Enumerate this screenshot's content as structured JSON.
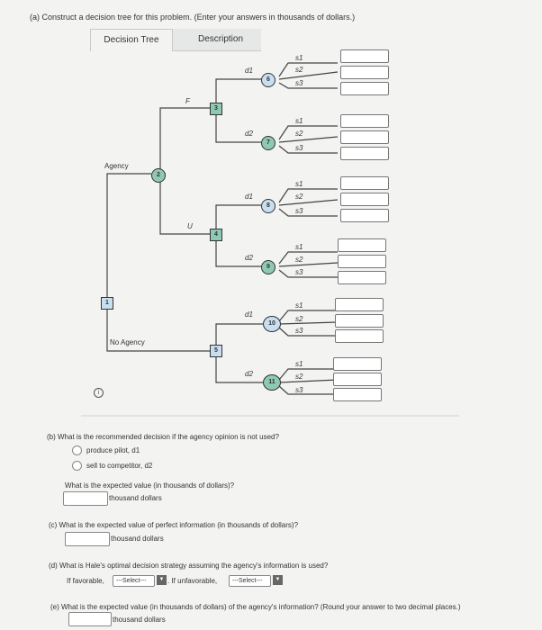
{
  "part_a": {
    "question": "(a) Construct a decision tree for this problem. (Enter your answers in thousands of dollars.)",
    "tabs": [
      {
        "label": "Decision Tree"
      },
      {
        "label": "Description"
      }
    ]
  },
  "tree": {
    "agency_label": "Agency",
    "no_agency_label": "No Agency",
    "f_label": "F",
    "u_label": "U",
    "d1": "d1",
    "d2": "d2",
    "s1": "s1",
    "s2": "s2",
    "s3": "s3",
    "nodes": {
      "n1": "1",
      "n2": "2",
      "n3": "3",
      "n4": "4",
      "n5": "5",
      "n6": "6",
      "n7": "7",
      "n8": "8",
      "n9": "9",
      "n10": "10",
      "n11": "11"
    }
  },
  "part_b": {
    "question": "(b) What is the recommended decision if the agency opinion is not used?",
    "option1": "produce pilot, d1",
    "option2": "sell to competitor, d2",
    "ev_question": "What is the expected value (in thousands of dollars)?",
    "unit": "thousand dollars"
  },
  "part_c": {
    "question": "(c) What is the expected value of perfect information (in thousands of dollars)?",
    "unit": "thousand dollars"
  },
  "part_d": {
    "question": "(d) What is Hale's optimal decision strategy assuming the agency's information is used?",
    "if_favorable": "If favorable,",
    "if_unfavorable": ". If unfavorable,",
    "select_placeholder": "---Select---"
  },
  "part_e": {
    "question": "(e) What is the expected value (in thousands of dollars) of the agency's information? (Round your answer to two decimal places.)",
    "unit": "thousand dollars"
  }
}
